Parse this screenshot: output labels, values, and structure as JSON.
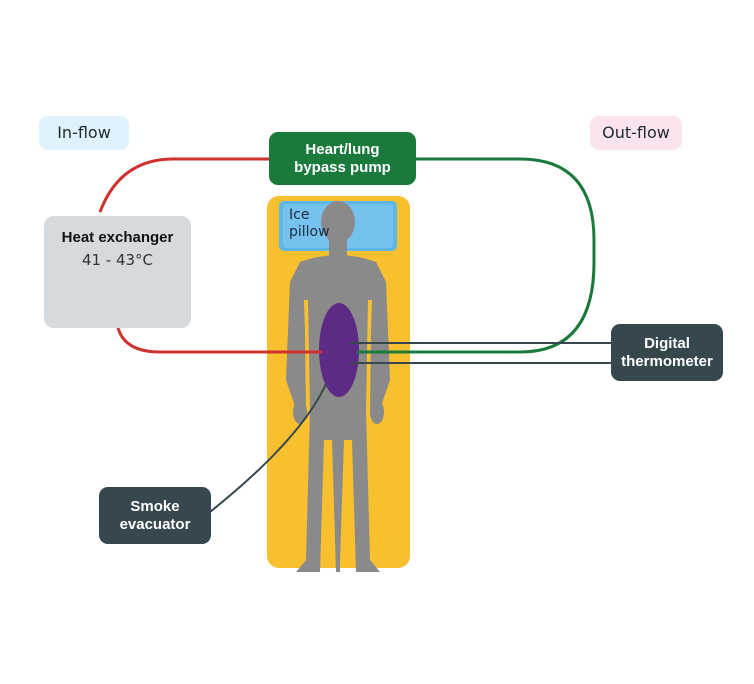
{
  "labels": {
    "inflow": "In-flow",
    "outflow": "Out-flow",
    "pump_line1": "Heart/lung",
    "pump_line2": "bypass pump",
    "heat_exchanger": "Heat exchanger",
    "temperature_range": "41 - 43°C",
    "ice_line1": "Ice",
    "ice_line2": "pillow",
    "thermometer_line1": "Digital",
    "thermometer_line2": "thermometer",
    "smoke_line1": "Smoke",
    "smoke_line2": "evacuator"
  },
  "colors": {
    "inflow_tube": "#d0312d",
    "outflow_tube": "#1a7a3c",
    "probe_lines": "#36474e",
    "table": "#f8bf2e",
    "body": "#8a8a8a",
    "organ": "#5d2b86",
    "ice_pillow": "#5fb6e8",
    "inflow_tag_bg": "#dff1fb",
    "outflow_tag_bg": "#fbe4ee"
  }
}
